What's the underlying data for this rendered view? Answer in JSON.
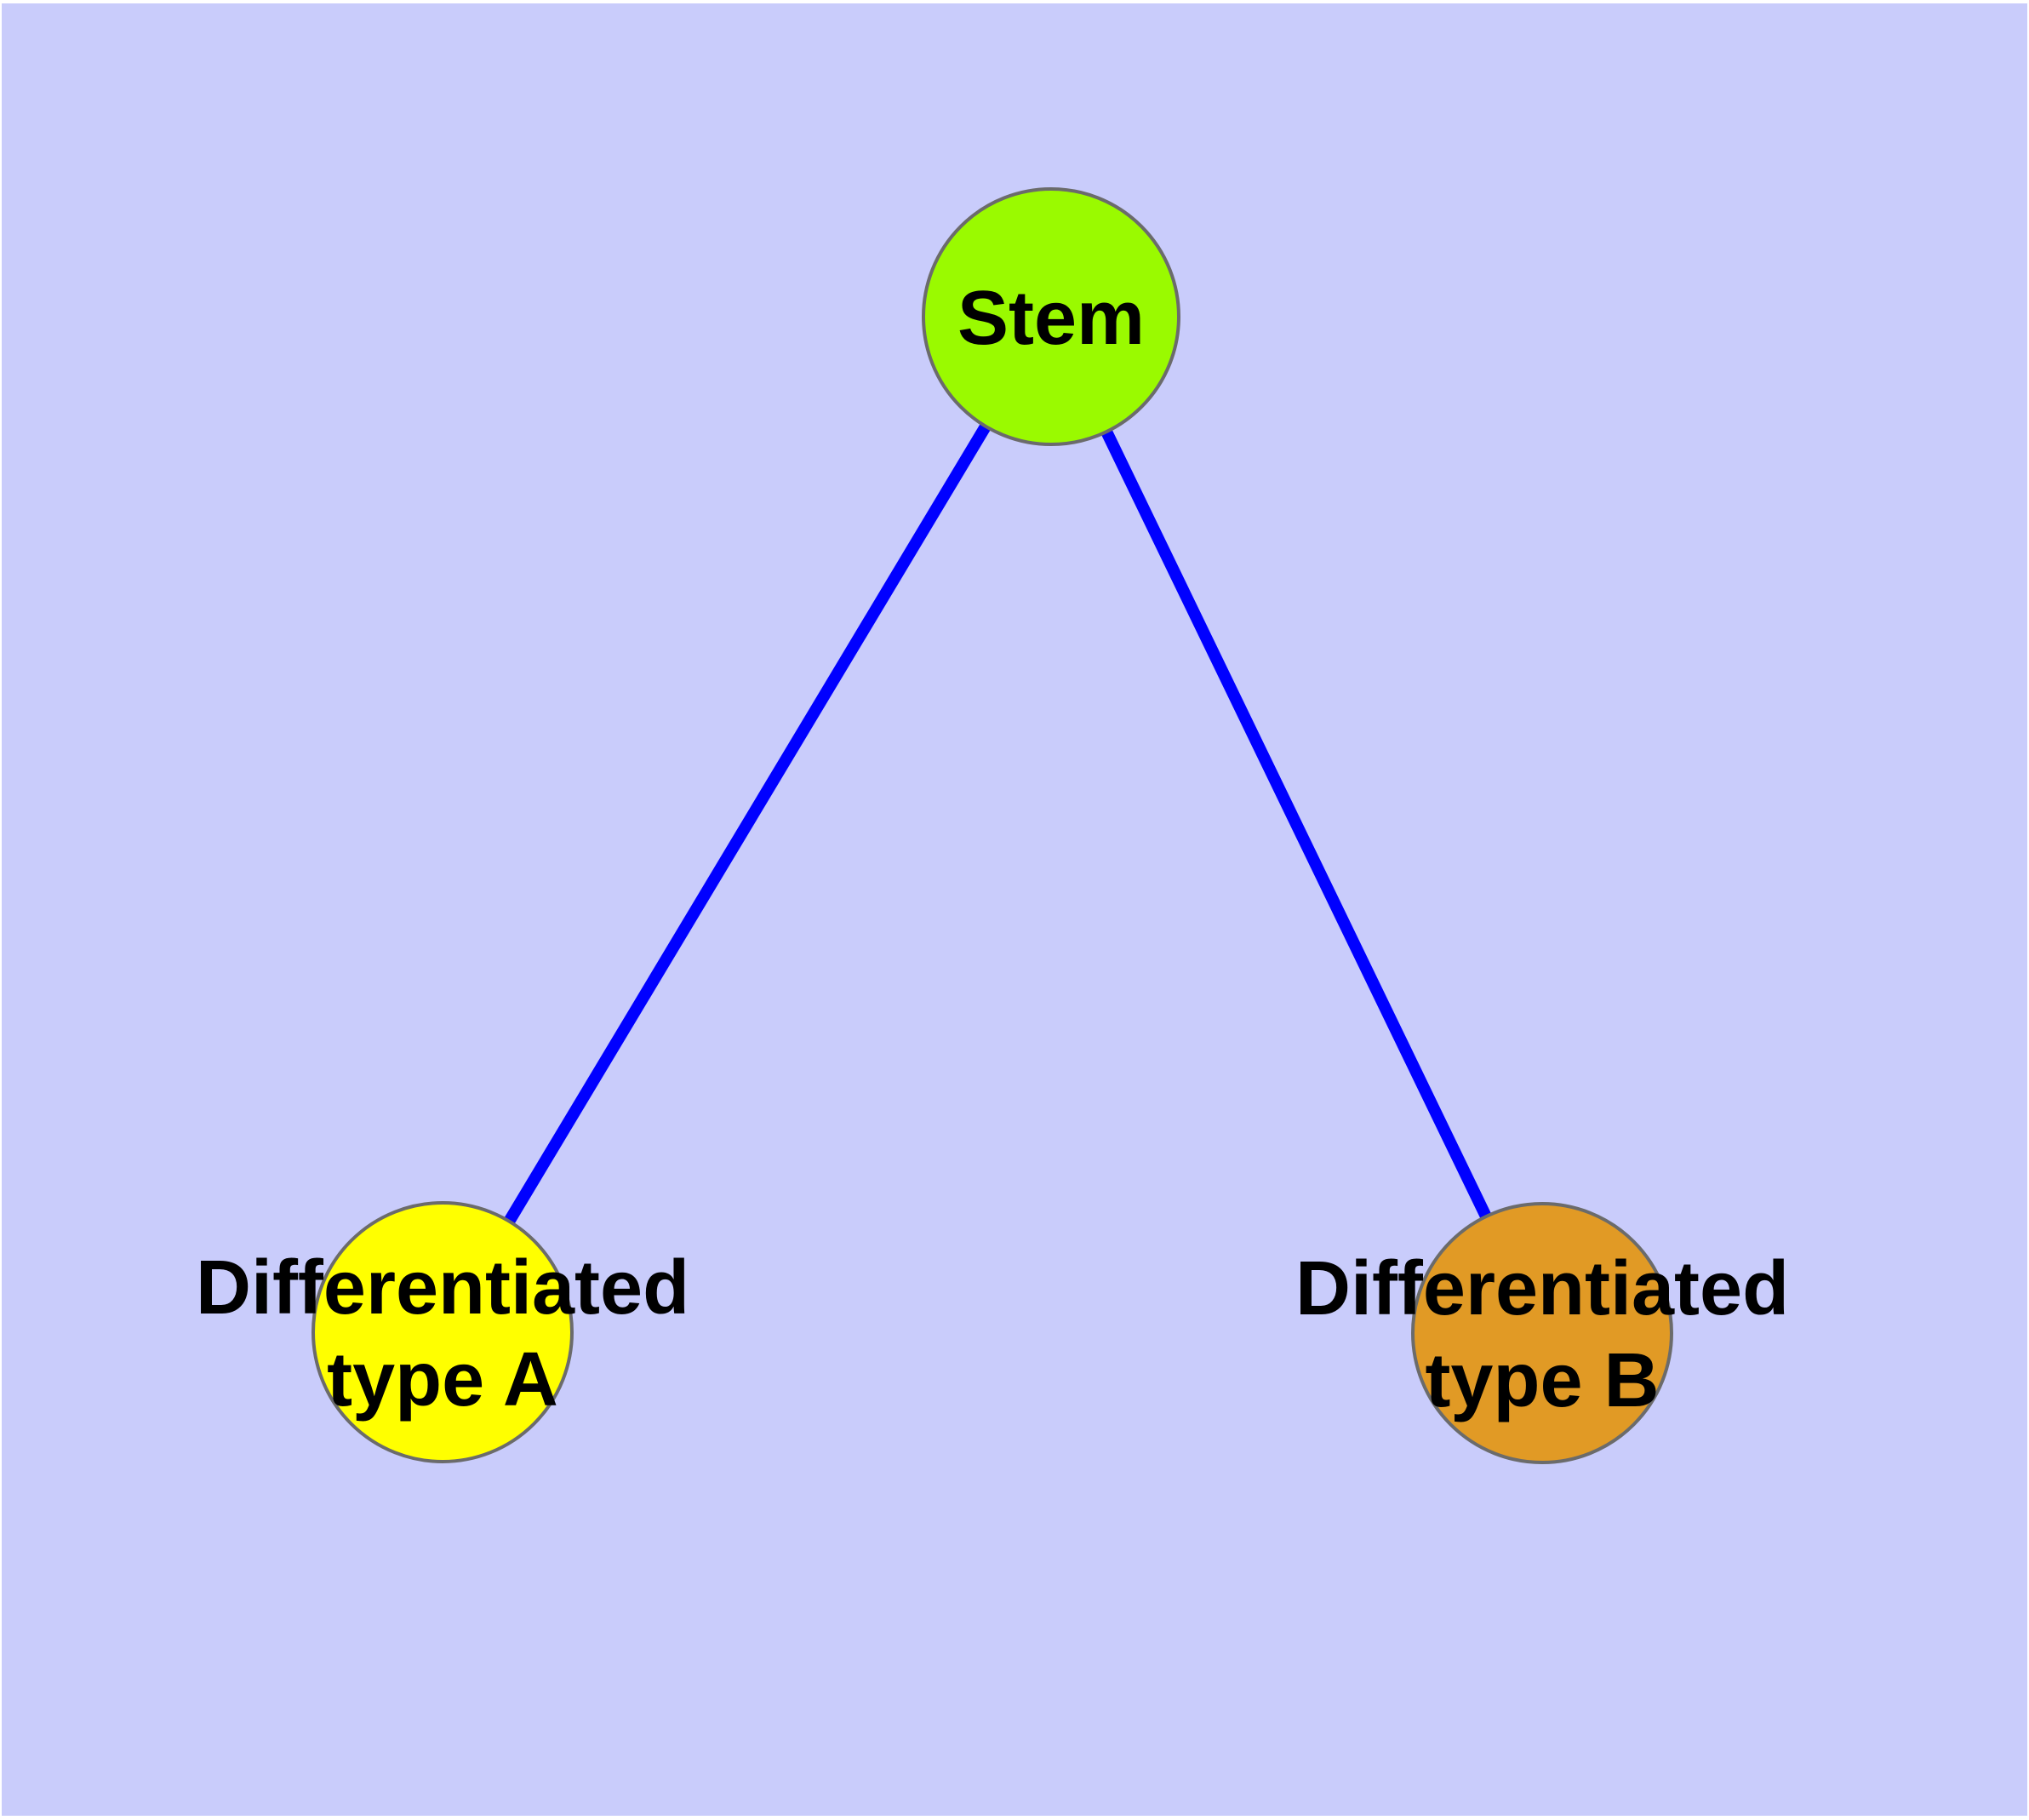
{
  "figure": {
    "type": "network-diagram",
    "background_color": "#C9CCFB",
    "page_background": "#FFFFFF"
  },
  "nodes": [
    {
      "id": "stem",
      "label": "Stem",
      "color": "#9AFA00",
      "border_color": "#6B6B6B"
    },
    {
      "id": "type-a",
      "label": "Differentiated\ntype A",
      "color": "#FFFF00",
      "border_color": "#6B6B6B"
    },
    {
      "id": "type-b",
      "label": "Differentiated\ntype B",
      "color": "#E19A25",
      "border_color": "#6B6B6B"
    }
  ],
  "edges": {
    "color": "#0000FF",
    "connections": [
      {
        "from": "Stem",
        "to": "Differentiated type A"
      },
      {
        "from": "Stem",
        "to": "Differentiated type B"
      }
    ]
  }
}
